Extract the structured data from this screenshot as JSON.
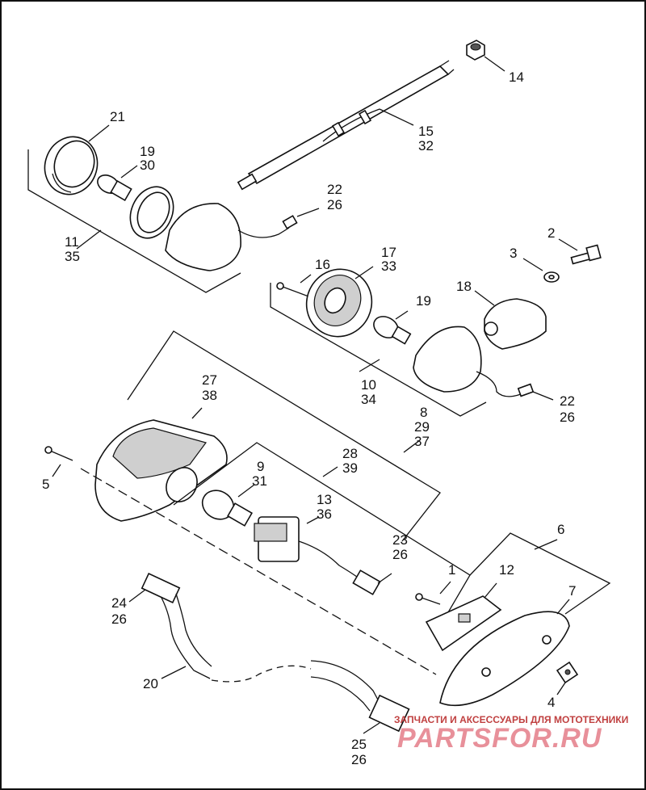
{
  "labels": [
    {
      "id": "l1",
      "text": "1"
    },
    {
      "id": "l2",
      "text": "2"
    },
    {
      "id": "l3",
      "text": "3"
    },
    {
      "id": "l4",
      "text": "4"
    },
    {
      "id": "l5",
      "text": "5"
    },
    {
      "id": "l6",
      "text": "6"
    },
    {
      "id": "l7",
      "text": "7"
    },
    {
      "id": "l8",
      "text": "8"
    },
    {
      "id": "l29",
      "text": "29"
    },
    {
      "id": "l37",
      "text": "37"
    },
    {
      "id": "l9",
      "text": "9"
    },
    {
      "id": "l31",
      "text": "31"
    },
    {
      "id": "l10",
      "text": "10"
    },
    {
      "id": "l34",
      "text": "34"
    },
    {
      "id": "l11",
      "text": "11"
    },
    {
      "id": "l35",
      "text": "35"
    },
    {
      "id": "l12",
      "text": "12"
    },
    {
      "id": "l13",
      "text": "13"
    },
    {
      "id": "l36",
      "text": "36"
    },
    {
      "id": "l14",
      "text": "14"
    },
    {
      "id": "l15",
      "text": "15"
    },
    {
      "id": "l32",
      "text": "32"
    },
    {
      "id": "l16",
      "text": "16"
    },
    {
      "id": "l17",
      "text": "17"
    },
    {
      "id": "l33",
      "text": "33"
    },
    {
      "id": "l18",
      "text": "18"
    },
    {
      "id": "l19a",
      "text": "19"
    },
    {
      "id": "l30",
      "text": "30"
    },
    {
      "id": "l19b",
      "text": "19"
    },
    {
      "id": "l20",
      "text": "20"
    },
    {
      "id": "l21",
      "text": "21"
    },
    {
      "id": "l22a",
      "text": "22"
    },
    {
      "id": "l26a",
      "text": "26"
    },
    {
      "id": "l22b",
      "text": "22"
    },
    {
      "id": "l26b",
      "text": "26"
    },
    {
      "id": "l23",
      "text": "23"
    },
    {
      "id": "l26c",
      "text": "26"
    },
    {
      "id": "l24",
      "text": "24"
    },
    {
      "id": "l26d",
      "text": "26"
    },
    {
      "id": "l25",
      "text": "25"
    },
    {
      "id": "l26e",
      "text": "26"
    },
    {
      "id": "l27",
      "text": "27"
    },
    {
      "id": "l38",
      "text": "38"
    },
    {
      "id": "l28",
      "text": "28"
    },
    {
      "id": "l39",
      "text": "39"
    }
  ],
  "watermark": {
    "tagline": "ЗАПЧАСТИ И АКСЕССУАРЫ ДЛЯ МОТОТЕХНИКИ",
    "brand": "PARTSFOR.RU"
  },
  "colors": {
    "watermark": "#e8909a",
    "line": "#111111",
    "background": "#ffffff"
  }
}
